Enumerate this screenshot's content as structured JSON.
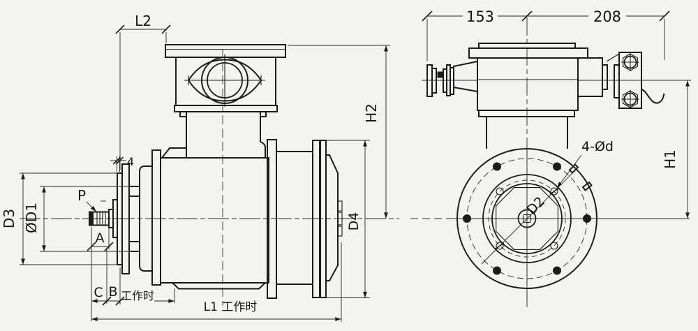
{
  "drawing": {
    "paper_color": "#f3f4f0",
    "ink_color": "#1b1b1b"
  },
  "labels": {
    "side": {
      "l2": "L2",
      "gap": "4",
      "d3": "D3",
      "d1": "ØD1",
      "p": "P",
      "a": "A",
      "c": "C",
      "b": "B",
      "working": "工作时",
      "l1": "L1 工作时",
      "h2": "H2",
      "d4": "D4"
    },
    "end": {
      "w153": "153",
      "w208": "208",
      "h1": "H1",
      "holes": "4-Ød",
      "d2": "D2"
    }
  }
}
